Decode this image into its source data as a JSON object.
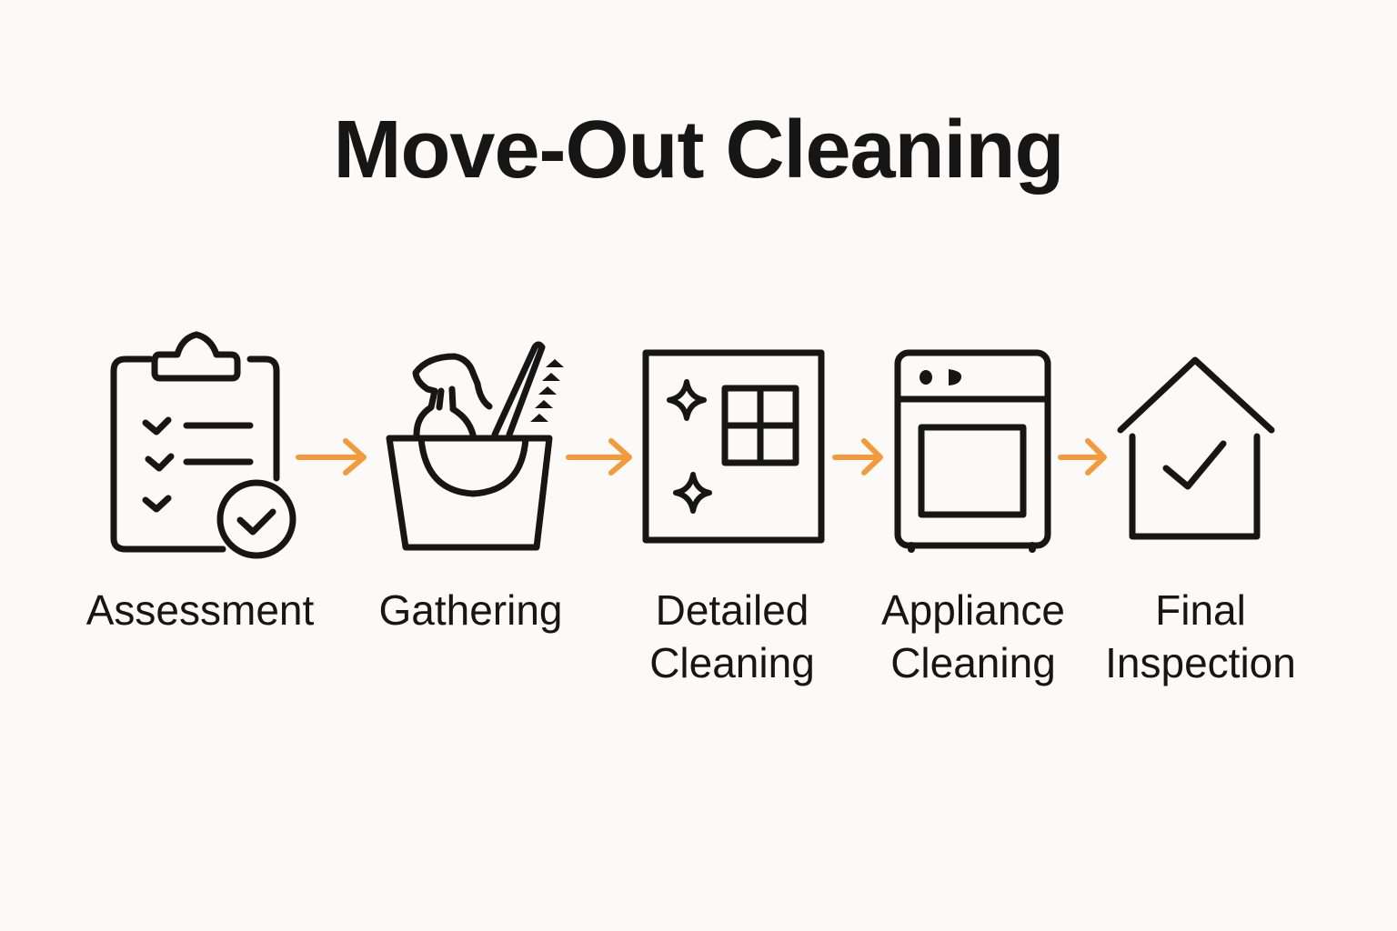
{
  "title": "Move-Out Cleaning",
  "accent_color": "#f39a3d",
  "stroke_color": "#161616",
  "steps": [
    {
      "icon": "clipboard-checklist-icon",
      "label_lines": [
        "Assessment"
      ]
    },
    {
      "icon": "cleaning-supplies-bucket-icon",
      "label_lines": [
        "Gathering"
      ]
    },
    {
      "icon": "sparkling-window-icon",
      "label_lines": [
        "Detailed",
        "Cleaning"
      ]
    },
    {
      "icon": "oven-appliance-icon",
      "label_lines": [
        "Appliance",
        "Cleaning"
      ]
    },
    {
      "icon": "house-check-icon",
      "label_lines": [
        "Final",
        "Inspection"
      ]
    }
  ],
  "arrows": [
    "arrow-right-icon",
    "arrow-right-icon",
    "arrow-right-icon",
    "arrow-right-icon"
  ]
}
